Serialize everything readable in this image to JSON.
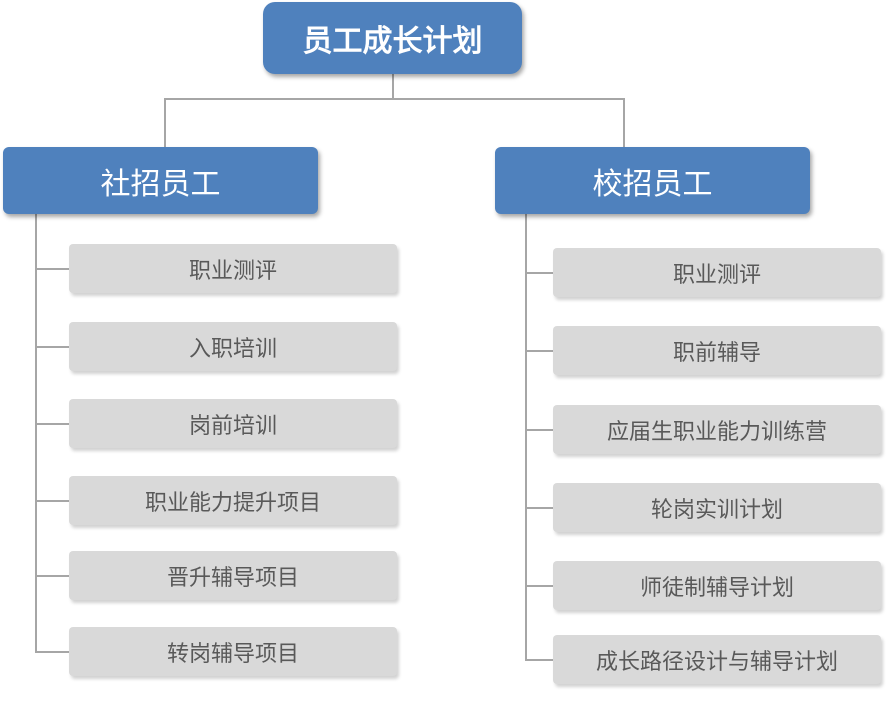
{
  "root": {
    "label": "员工成长计划"
  },
  "branches": [
    {
      "label": "社招员工",
      "items": [
        "职业测评",
        "入职培训",
        "岗前培训",
        "职业能力提升项目",
        "晋升辅导项目",
        "转岗辅导项目"
      ]
    },
    {
      "label": "校招员工",
      "items": [
        "职业测评",
        "职前辅导",
        "应届生职业能力训练营",
        "轮岗实训计划",
        "师徒制辅导计划",
        "成长路径设计与辅导计划"
      ]
    }
  ],
  "colors": {
    "node": "#4f81bd",
    "leaf": "#d9d9d9",
    "leaf_text": "#595959",
    "connector": "#a6a6a6"
  }
}
